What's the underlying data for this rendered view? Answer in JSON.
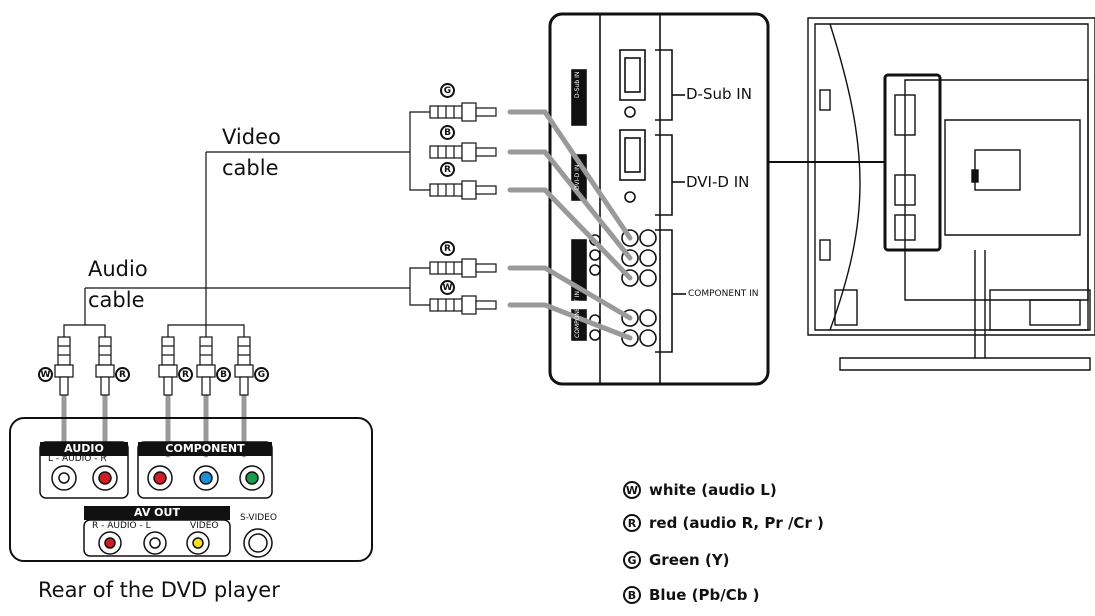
{
  "labels": {
    "video_cable_1": "Video",
    "video_cable_2": "cable",
    "audio_cable_1": "Audio",
    "audio_cable_2": "cable",
    "dsub_in": "D-Sub IN",
    "dvid_in": "DVI-D  IN",
    "component_in": "COMPONENT IN",
    "dvd_caption": "Rear of the DVD player"
  },
  "dvd_panel": {
    "audio_header": "AUDIO",
    "audio_sub": "L - AUDIO - R",
    "component_header": "COMPONENT",
    "av_out_header": "AV OUT",
    "av_out_audio": "R - AUDIO - L",
    "av_out_video": "VIDEO",
    "svideo": "S-VIDEO"
  },
  "tv_panel": {
    "dsub_tag": "D-Sub IN",
    "dvi_tag": "DVI-D IN",
    "component_tag": "COMPONENT IN"
  },
  "plug_tags": [
    "W",
    "R",
    "R",
    "B",
    "G",
    "G",
    "B",
    "R",
    "R",
    "W"
  ],
  "legend": [
    {
      "letter": "W",
      "text": "white (audio L)"
    },
    {
      "letter": "R",
      "text": "red (audio R, Pr /Cr )"
    },
    {
      "letter": "G",
      "text": "Green (Y)"
    },
    {
      "letter": "B",
      "text": "Blue (Pb/Cb )"
    }
  ]
}
